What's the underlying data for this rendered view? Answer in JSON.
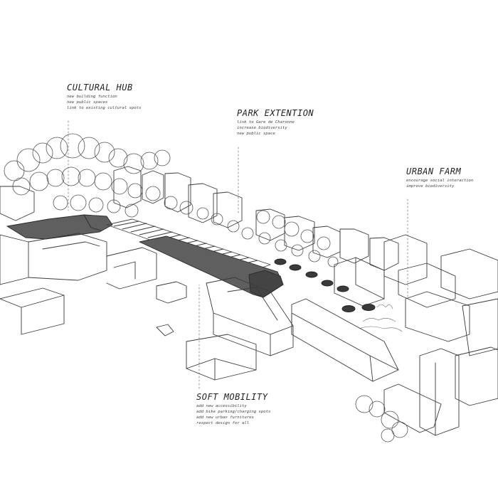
{
  "annotations": {
    "cultural_hub": {
      "title": "CULTURAL HUB",
      "items": [
        "new building function",
        "new public spaces",
        "link to existing cultural spots"
      ]
    },
    "park_extension": {
      "title": "PARK EXTENTION",
      "items": [
        "link to Gare de Charonne",
        "increase biodiversity",
        "new public space"
      ]
    },
    "urban_farm": {
      "title": "URBAN FARM",
      "items": [
        "encourage social interaction",
        "improve biodiversity"
      ]
    },
    "soft_mobility": {
      "title": "SOFT MOBILITY",
      "items": [
        "add new accessibility",
        "add bike parking/charging spots",
        "add new urban furnitures",
        "respect design for all"
      ]
    }
  },
  "colors": {
    "line": "#3a3a3a",
    "fill_dark": "#5f5f5f",
    "background": "#ffffff"
  }
}
